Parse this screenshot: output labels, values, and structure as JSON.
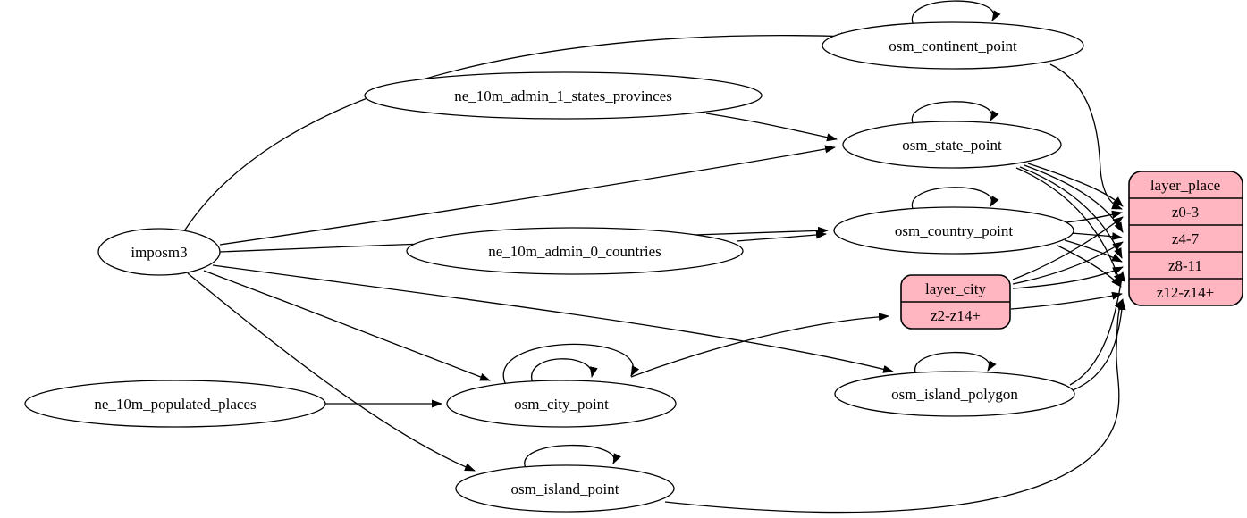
{
  "diagram": {
    "type": "graphviz-etl-digraph",
    "background_color": "#ffffff",
    "node_fill_color": "#ffffff",
    "record_fill_color": "#ffb6c1",
    "edge_color": "#000000",
    "nodes": {
      "imposm3": {
        "label": "imposm3",
        "shape": "ellipse"
      },
      "ne_10m_admin_1_states_provinces": {
        "label": "ne_10m_admin_1_states_provinces",
        "shape": "ellipse"
      },
      "ne_10m_admin_0_countries": {
        "label": "ne_10m_admin_0_countries",
        "shape": "ellipse"
      },
      "ne_10m_populated_places": {
        "label": "ne_10m_populated_places",
        "shape": "ellipse"
      },
      "osm_continent_point": {
        "label": "osm_continent_point",
        "shape": "ellipse"
      },
      "osm_state_point": {
        "label": "osm_state_point",
        "shape": "ellipse"
      },
      "osm_country_point": {
        "label": "osm_country_point",
        "shape": "ellipse"
      },
      "osm_city_point": {
        "label": "osm_city_point",
        "shape": "ellipse"
      },
      "osm_island_polygon": {
        "label": "osm_island_polygon",
        "shape": "ellipse"
      },
      "osm_island_point": {
        "label": "osm_island_point",
        "shape": "ellipse"
      }
    },
    "records": {
      "layer_city": {
        "title": "layer_city",
        "rows": [
          "z2-z14+"
        ]
      },
      "layer_place": {
        "title": "layer_place",
        "rows": [
          "z0-3",
          "z4-7",
          "z8-11",
          "z12-z14+"
        ]
      }
    },
    "edges": [
      {
        "from": "imposm3",
        "to": "osm_continent_point"
      },
      {
        "from": "imposm3",
        "to": "osm_state_point"
      },
      {
        "from": "imposm3",
        "to": "osm_country_point"
      },
      {
        "from": "imposm3",
        "to": "osm_city_point"
      },
      {
        "from": "imposm3",
        "to": "osm_island_polygon"
      },
      {
        "from": "imposm3",
        "to": "osm_island_point"
      },
      {
        "from": "ne_10m_admin_1_states_provinces",
        "to": "osm_state_point"
      },
      {
        "from": "ne_10m_admin_0_countries",
        "to": "osm_country_point"
      },
      {
        "from": "ne_10m_populated_places",
        "to": "osm_city_point"
      },
      {
        "from": "osm_continent_point",
        "to": "osm_continent_point"
      },
      {
        "from": "osm_state_point",
        "to": "osm_state_point"
      },
      {
        "from": "osm_country_point",
        "to": "osm_country_point"
      },
      {
        "from": "osm_city_point",
        "to": "osm_city_point"
      },
      {
        "from": "osm_city_point",
        "to": "osm_city_point"
      },
      {
        "from": "osm_island_polygon",
        "to": "osm_island_polygon"
      },
      {
        "from": "osm_island_point",
        "to": "osm_island_point"
      },
      {
        "from": "osm_city_point",
        "to": "layer_city:z2-z14+"
      },
      {
        "from": "osm_continent_point",
        "to": "layer_place:z0-3"
      },
      {
        "from": "osm_state_point",
        "to": "layer_place:z0-3"
      },
      {
        "from": "osm_state_point",
        "to": "layer_place:z4-7"
      },
      {
        "from": "osm_state_point",
        "to": "layer_place:z8-11"
      },
      {
        "from": "osm_state_point",
        "to": "layer_place:z12-z14+"
      },
      {
        "from": "osm_country_point",
        "to": "layer_place:z0-3"
      },
      {
        "from": "osm_country_point",
        "to": "layer_place:z4-7"
      },
      {
        "from": "osm_country_point",
        "to": "layer_place:z8-11"
      },
      {
        "from": "osm_country_point",
        "to": "layer_place:z12-z14+"
      },
      {
        "from": "layer_city",
        "to": "layer_place:z0-3"
      },
      {
        "from": "layer_city",
        "to": "layer_place:z4-7"
      },
      {
        "from": "layer_city",
        "to": "layer_place:z8-11"
      },
      {
        "from": "layer_city",
        "to": "layer_place:z12-z14+"
      },
      {
        "from": "osm_island_polygon",
        "to": "layer_place:z8-11"
      },
      {
        "from": "osm_island_polygon",
        "to": "layer_place:z12-z14+"
      },
      {
        "from": "osm_island_point",
        "to": "layer_place:z12-z14+"
      }
    ]
  }
}
